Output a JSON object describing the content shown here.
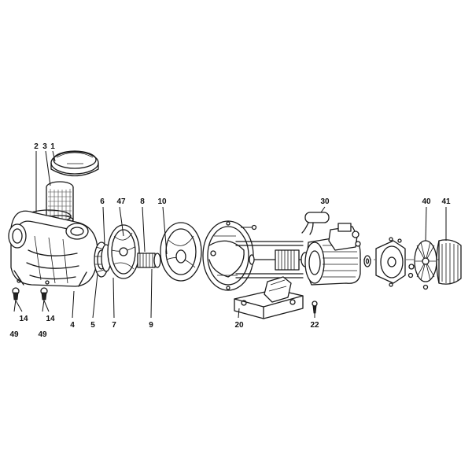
{
  "labels": {
    "n1": "1",
    "n2": "2",
    "n3": "3",
    "n4": "4",
    "n5": "5",
    "n6": "6",
    "n7": "7",
    "n8": "8",
    "n9": "9",
    "n10": "10",
    "n14a": "14",
    "n14b": "14",
    "n20": "20",
    "n22": "22",
    "n30": "30",
    "n40": "40",
    "n41": "41",
    "n47": "47",
    "n49a": "49",
    "n49b": "49"
  }
}
